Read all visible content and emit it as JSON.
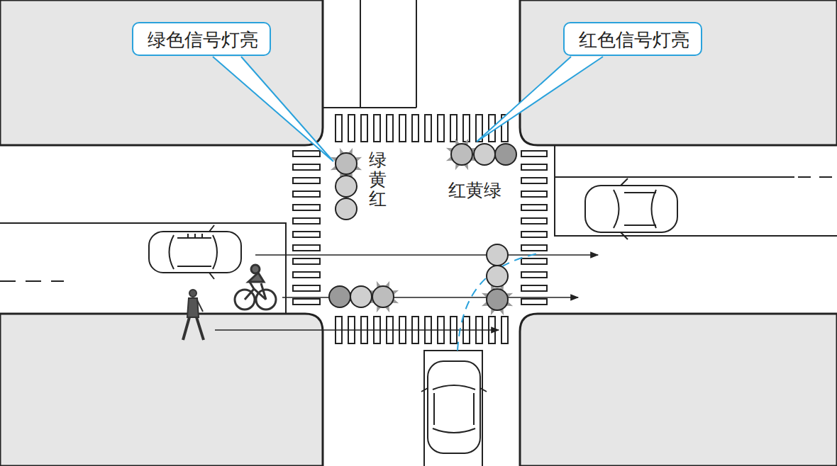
{
  "diagram": {
    "nodes": [
      {
        "text": [
          "绿色信号灯亮"
        ]
      },
      {
        "text": [
          "红色信号灯亮"
        ]
      }
    ],
    "labels": [
      "绿黄红",
      "红黄绿"
    ]
  }
}
